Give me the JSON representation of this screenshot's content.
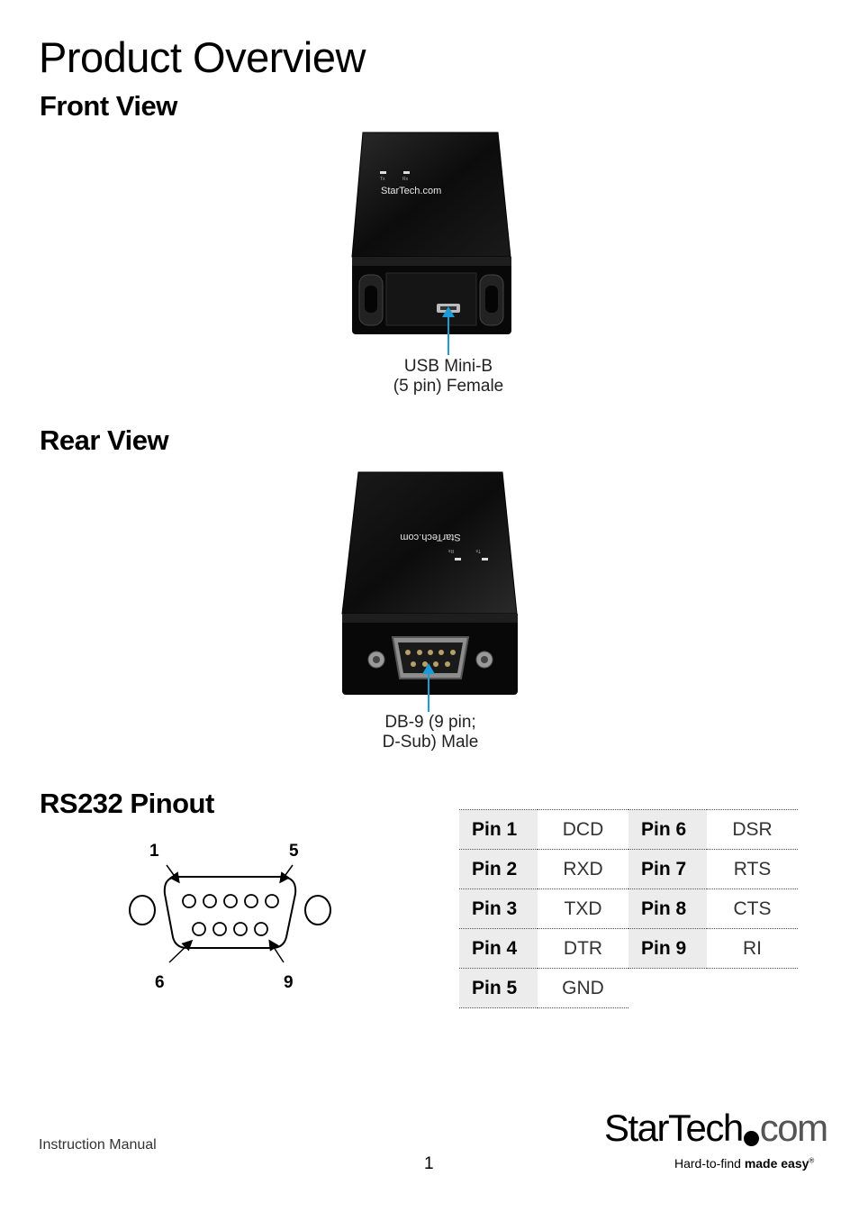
{
  "page": {
    "title": "Product Overview",
    "footer_left": "Instruction Manual",
    "page_number": "1"
  },
  "front_view": {
    "heading": "Front View",
    "device_brand": "StarTech.com",
    "led_labels": [
      "Tx",
      "Rx"
    ],
    "caption_line1": "USB Mini-B",
    "caption_line2": "(5 pin) Female"
  },
  "rear_view": {
    "heading": "Rear View",
    "device_brand": "StarTech.com",
    "led_labels": [
      "Rx",
      "Tx"
    ],
    "caption_line1": "DB-9 (9 pin;",
    "caption_line2": "D-Sub) Male"
  },
  "pinout": {
    "heading": "RS232 Pinout",
    "diagram_labels": {
      "top_left": "1",
      "top_right": "5",
      "bottom_left": "6",
      "bottom_right": "9"
    },
    "rows": [
      {
        "pin_a": "Pin 1",
        "sig_a": "DCD",
        "pin_b": "Pin 6",
        "sig_b": "DSR"
      },
      {
        "pin_a": "Pin 2",
        "sig_a": "RXD",
        "pin_b": "Pin 7",
        "sig_b": "RTS"
      },
      {
        "pin_a": "Pin 3",
        "sig_a": "TXD",
        "pin_b": "Pin 8",
        "sig_b": "CTS"
      },
      {
        "pin_a": "Pin 4",
        "sig_a": "DTR",
        "pin_b": "Pin 9",
        "sig_b": "RI"
      },
      {
        "pin_a": "Pin 5",
        "sig_a": "GND"
      }
    ]
  },
  "logo": {
    "text_a": "StarTech",
    "text_b": "com",
    "tagline_a": "Hard-to-find ",
    "tagline_b": "made easy",
    "tagline_mark": "®"
  },
  "colors": {
    "accent": "#1b9bd7",
    "device_body": "#111111",
    "table_label_bg": "#ececec"
  }
}
